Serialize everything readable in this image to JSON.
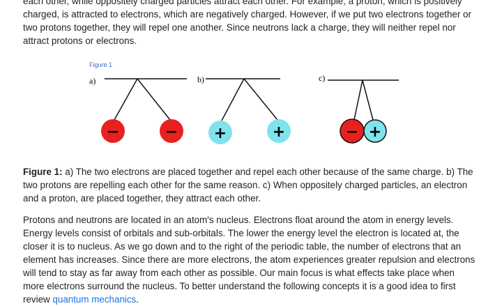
{
  "paragraph1": "each other, while oppositely charged particles attract each other. For example, a proton, which is positively charged, is attracted to electrons, which are negatively charged. However, if we put two electrons together or two protons together, they will repel one another. Since neutrons lack a charge, they will neither repel nor attract protons or electrons.",
  "figure": {
    "title": "Figure 1",
    "labels": [
      "a)",
      "b)",
      "c)"
    ],
    "minus": "−",
    "plus": "+",
    "colors": {
      "electron": "#e8201f",
      "proton": "#7fe3ee"
    }
  },
  "caption": {
    "bold": "Figure 1:",
    "text": " a) The two electrons are placed together and repel each other because of the same charge. b) The two protons are repelling each other for the same reason. c) When oppositely charged particles, an electron and a proton, are placed together, they attract each other."
  },
  "paragraph2": {
    "text": "Protons and neutrons are located in an atom's nucleus. Electrons float around the atom in energy levels. Energy levels consist of orbitals and sub-orbitals. The lower the energy level the electron is located at, the closer it is to nucleus. As we go down and to the right of the periodic table, the number of electrons that an element has increases. Since there are more electrons, the atom experiences greater repulsion and electrons will tend to stay as far away from each other as possible. Our main focus is what effects take place when more electrons surround the nucleus. To better understand the following concepts it is a good idea to first review ",
    "link": "quantum mechanics",
    "end": "."
  }
}
